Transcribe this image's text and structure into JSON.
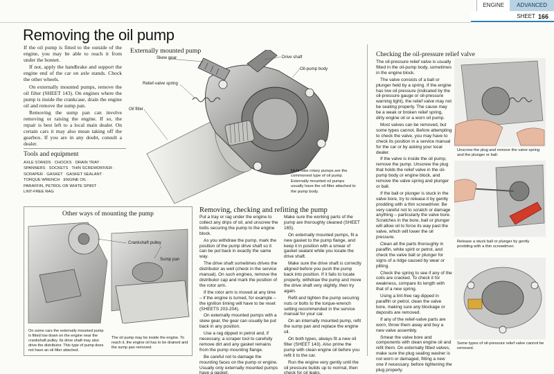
{
  "header": {
    "section": "ENGINE",
    "level": "ADVANCED",
    "sheet_label": "SHEET",
    "sheet_number": "166"
  },
  "title": "Removing the oil pump",
  "intro": [
    "If the oil pump is fitted to the outside of the engine, you may be able to reach it from under the bonnet.",
    "If not, apply the handbrake and support the engine end of the car on axle stands. Chock the other wheels.",
    "On externally mounted pumps, remove the oil filter (SHEET 143). On engines where the pump is inside the crankcase, drain the engine oil and remove the sump pan.",
    "Removing the sump pan can involve removing or raising the engine. If so, the repair is best left to a local main dealer. On certain cars it may also mean taking off the gearbox. If you are in any doubt, consult a dealer."
  ],
  "tools": {
    "heading": "Tools and equipment",
    "items": [
      "Axle stands",
      "Chocks",
      "Drain tray",
      "Spanners",
      "Sockets",
      "Thin screwdriver",
      "Scraper",
      "Gasket",
      "Gasket sealant",
      "Torque wrench",
      "Engine oil",
      "Paraffin, petrol or white spirit",
      "Lint-free rag"
    ]
  },
  "external": {
    "title": "Externally mounted pump",
    "labels": {
      "skew_gear": "Skew gear",
      "drive_shaft": "Drive shaft",
      "oil_pump_body": "Oil-pump body",
      "relief_valve_spring": "Relief-valve spring",
      "oil_filter": "Oil filter"
    },
    "caption": "Multi-lobe rotary pumps are the commonest type of oil pump. Externally mounted oil pumps usually have the oil filter attached to the pump body."
  },
  "other": {
    "title": "Other ways of mounting the pump",
    "labels": {
      "crankshaft_pulley": "Crankshaft pulley",
      "sump_pan": "Sump pan"
    },
    "caption_a": "On some cars the externally mounted pump is fitted low down on the engine near the crankshaft pulley. Its drive shaft may also drive the distributor. This type of pump does not have an oil filter attached.",
    "caption_b": "The oil pump may be inside the engine. To reach it, the engine oil has to be drained and the sump pan removed."
  },
  "removing": {
    "title": "Removing, checking and refitting the pump",
    "col_a": [
      "Put a tray or rag under the engine to collect any drips of oil, and unscrew the bolts securing the pump to the engine block.",
      "As you withdraw the pump, mark the position of the pump drive shaft so it can be put back in exactly the same way.",
      "The drive shaft sometimes drives the distributor as well (check in the service manual). On such engines, remove the distributor cap and mark the position of the rotor arm.",
      "If the rotor arm is moved at any time – if the engine is turned, for example – the ignition timing will have to be reset (SHEETS 203-204).",
      "On externally mounted pumps with a skew gear, the gear can usually be put back in any position.",
      "Use a rag dipped in petrol and, if necessary, a scraper tool to carefully remove dirt and any gasket remains from the pump mounting flange.",
      "Be careful not to damage the mounting faces on the pump or engine. Usually only externally mounted pumps have a gasket."
    ],
    "col_b": [
      "Make sure the working parts of the pump are thoroughly cleaned (SHEET 165).",
      "On externally mounted pumps, fit a new gasket to the pump flange, and keep it in position with a smear of gasket sealant while you locate the drive shaft.",
      "Make sure the drive shaft is correctly aligned before you push the pump back into position. If it fails to locate properly, withdraw the pump and move the drive shaft very slightly, then try again.",
      "Refit and tighten the pump securing nuts or bolts to the torque-wrench setting recommended in the service manual for your car.",
      "On an internally mounted pump, refit the sump pan and replace the engine oil.",
      "On both types, always fit a new oil filter (SHEET 143). Also prime the pump with clean engine oil before you refit it to the car.",
      "Run the engine very gently until the oil pressure builds up to normal, then check for oil leaks."
    ]
  },
  "relief": {
    "title": "Checking the oil-pressure relief valve",
    "text": [
      "The oil-pressure relief valve is usually fitted in the oil-pump body, sometimes in the engine block.",
      "The valve consists of a ball or plunger held by a spring. If the engine has low oil pressure (indicated by the oil-pressure gauge or oil-pressure warning light), the relief valve may not be seating properly. The cause may be a weak or broken relief spring, dirty engine oil or a worn oil pump.",
      "Most valves can be removed, but some types cannot. Before attempting to check the valve, you may have to check its position in a service manual for the car or by asking your local dealer.",
      "If the valve is inside the oil pump, remove the pump. Unscrew the plug that holds the relief valve in the oil-pump body or engine block, and remove the valve spring and plunger or ball.",
      "If the ball or plunger is stuck in the valve bore, try to release it by gently prodding with a thin screwdriver. Be very careful not to scratch or damage anything – particularly the valve bore. Scratches in the bore, ball or plunger will allow oil to force its way past the valve, which will lower the oil pressure.",
      "Clean all the parts thoroughly in paraffin, white spirit or petrol, and check the valve ball or plunger for signs of a ridge caused by wear or pitting.",
      "Check the spring to see if any of the coils are cracked. To check it for weakness, compare its length with that of a new spring.",
      "Using a lint-free rag dipped in paraffin or petrol, clean the valve bore, making sure any blockage or deposits are removed.",
      "If any of the relief-valve parts are worn, throw them away and buy a new valve assembly.",
      "Smear the valve bore and components with clean engine oil and refit them. On externally fitted valves, make sure the plug sealing washer is not worn or damaged, fitting a new one if necessary, before tightening the plug properly."
    ],
    "caption_1": "Unscrew the plug and remove the valve spring and the plunger or ball.",
    "caption_2": "Release a stuck ball or plunger by gently prodding with a thin screwdriver.",
    "caption_3": "Some types of oil-pressure relief valve cannot be removed."
  }
}
